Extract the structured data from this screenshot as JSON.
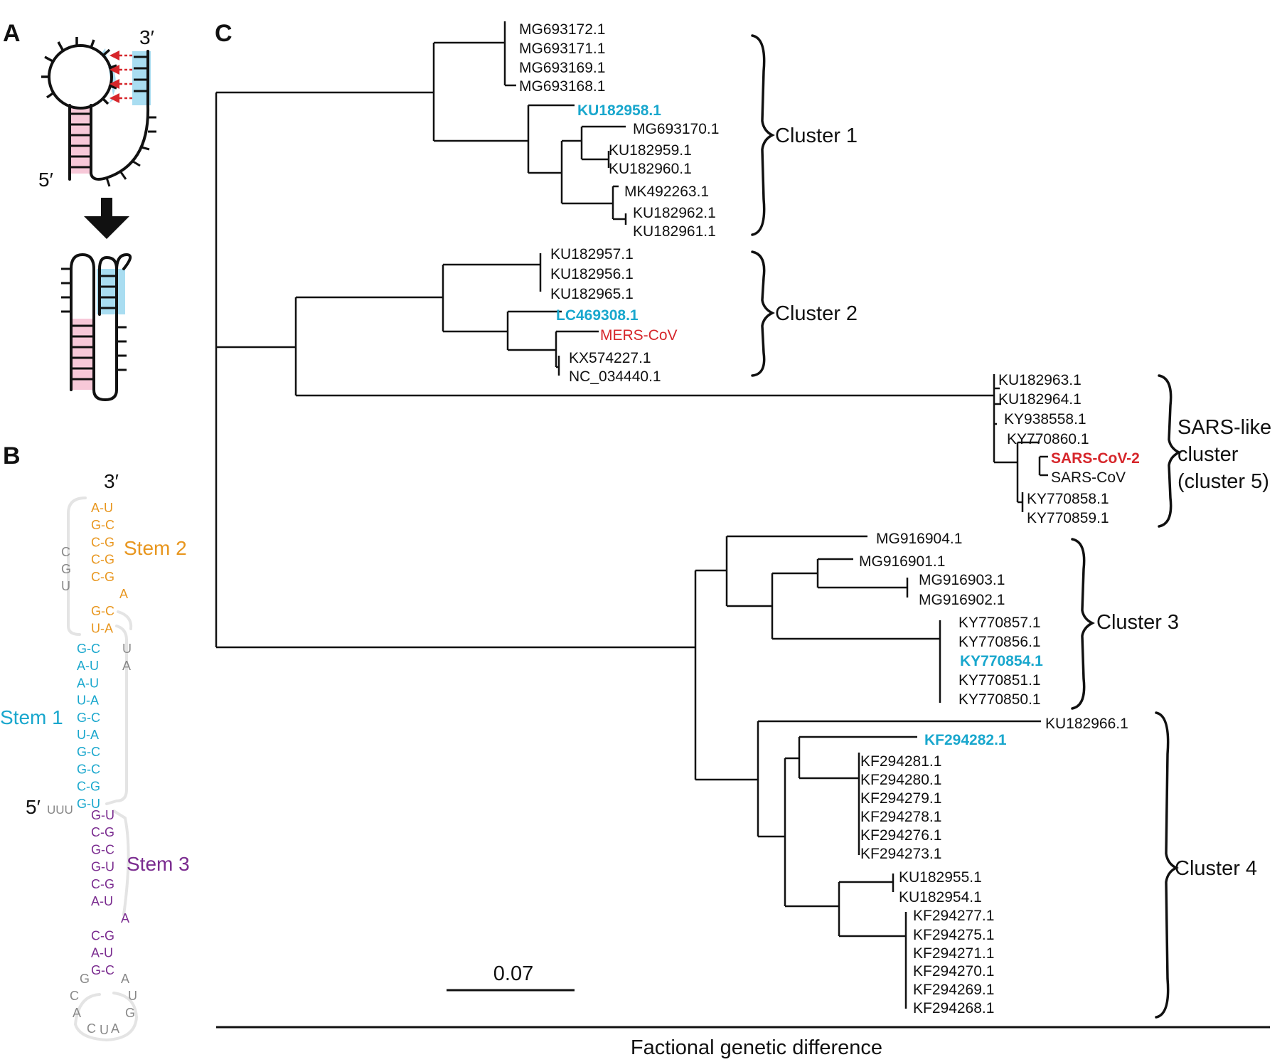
{
  "panel_labels": {
    "a": "A",
    "b": "B",
    "c": "C"
  },
  "panel_a": {
    "end3": "3′",
    "end5": "5′"
  },
  "panel_b": {
    "end3": "3′",
    "end5": "5′",
    "tail5": "UUU",
    "stem2_label": "Stem 2",
    "stem1_label": "Stem 1",
    "stem3_label": "Stem 3",
    "stem2_pairs": [
      "A-U",
      "G-C",
      "C-G",
      "C-G",
      "C-G",
      "A",
      "G-C",
      "U-A"
    ],
    "stem1_pairs": [
      "G-C",
      "A-U",
      "A-U",
      "U-A",
      "G-C",
      "U-A",
      "G-C",
      "G-C",
      "C-G",
      "G-U"
    ],
    "stem3_pairs": [
      "G-U",
      "C-G",
      "G-C",
      "G-U",
      "C-G",
      "A-U",
      "A",
      "C-G",
      "A-U",
      "G-C"
    ],
    "loop_left": [
      "C",
      "G",
      "U"
    ],
    "loop_right": [
      "U",
      "A"
    ],
    "hairpin": [
      "G",
      "C",
      "A",
      "C",
      "U",
      "A",
      "G",
      "U",
      "A"
    ]
  },
  "panel_c": {
    "scale_value": "0.07",
    "axis_label": "Factional genetic difference",
    "colors": {
      "reference": "#19a7cd",
      "highlight": "#d6262b",
      "default": "#111111"
    },
    "clusters": [
      {
        "label": "Cluster 1"
      },
      {
        "label": "Cluster 2"
      },
      {
        "label": "SARS-like cluster (cluster 5)",
        "lines": [
          "SARS-like",
          "cluster",
          "(cluster 5)"
        ]
      },
      {
        "label": "Cluster 3"
      },
      {
        "label": "Cluster 4"
      }
    ],
    "leaves": [
      {
        "name": "MG693172.1",
        "style": "default"
      },
      {
        "name": "MG693171.1",
        "style": "default"
      },
      {
        "name": "MG693169.1",
        "style": "default"
      },
      {
        "name": "MG693168.1",
        "style": "default"
      },
      {
        "name": "KU182958.1",
        "style": "reference"
      },
      {
        "name": "MG693170.1",
        "style": "default"
      },
      {
        "name": "KU182959.1",
        "style": "default"
      },
      {
        "name": "KU182960.1",
        "style": "default"
      },
      {
        "name": "MK492263.1",
        "style": "default"
      },
      {
        "name": "KU182962.1",
        "style": "default"
      },
      {
        "name": "KU182961.1",
        "style": "default"
      },
      {
        "name": "KU182957.1",
        "style": "default"
      },
      {
        "name": "KU182956.1",
        "style": "default"
      },
      {
        "name": "KU182965.1",
        "style": "default"
      },
      {
        "name": "LC469308.1",
        "style": "reference"
      },
      {
        "name": "MERS-CoV",
        "style": "highlight"
      },
      {
        "name": "KX574227.1",
        "style": "default"
      },
      {
        "name": "NC_034440.1",
        "style": "default"
      },
      {
        "name": "KU182963.1",
        "style": "default"
      },
      {
        "name": "KU182964.1",
        "style": "default"
      },
      {
        "name": "KY938558.1",
        "style": "default"
      },
      {
        "name": "KY770860.1",
        "style": "default"
      },
      {
        "name": "SARS-CoV-2",
        "style": "highlight-bold"
      },
      {
        "name": "SARS-CoV",
        "style": "default"
      },
      {
        "name": "KY770858.1",
        "style": "default"
      },
      {
        "name": "KY770859.1",
        "style": "default"
      },
      {
        "name": "MG916904.1",
        "style": "default"
      },
      {
        "name": "MG916901.1",
        "style": "default"
      },
      {
        "name": "MG916903.1",
        "style": "default"
      },
      {
        "name": "MG916902.1",
        "style": "default"
      },
      {
        "name": "KY770857.1",
        "style": "default"
      },
      {
        "name": "KY770856.1",
        "style": "default"
      },
      {
        "name": "KY770854.1",
        "style": "reference"
      },
      {
        "name": "KY770851.1",
        "style": "default"
      },
      {
        "name": "KY770850.1",
        "style": "default"
      },
      {
        "name": "KU182966.1",
        "style": "default"
      },
      {
        "name": "KF294282.1",
        "style": "reference"
      },
      {
        "name": "KF294281.1",
        "style": "default"
      },
      {
        "name": "KF294280.1",
        "style": "default"
      },
      {
        "name": "KF294279.1",
        "style": "default"
      },
      {
        "name": "KF294278.1",
        "style": "default"
      },
      {
        "name": "KF294276.1",
        "style": "default"
      },
      {
        "name": "KF294273.1",
        "style": "default"
      },
      {
        "name": "KU182955.1",
        "style": "default"
      },
      {
        "name": "KU182954.1",
        "style": "default"
      },
      {
        "name": "KF294277.1",
        "style": "default"
      },
      {
        "name": "KF294275.1",
        "style": "default"
      },
      {
        "name": "KF294271.1",
        "style": "default"
      },
      {
        "name": "KF294270.1",
        "style": "default"
      },
      {
        "name": "KF294269.1",
        "style": "default"
      },
      {
        "name": "KF294268.1",
        "style": "default"
      }
    ]
  }
}
